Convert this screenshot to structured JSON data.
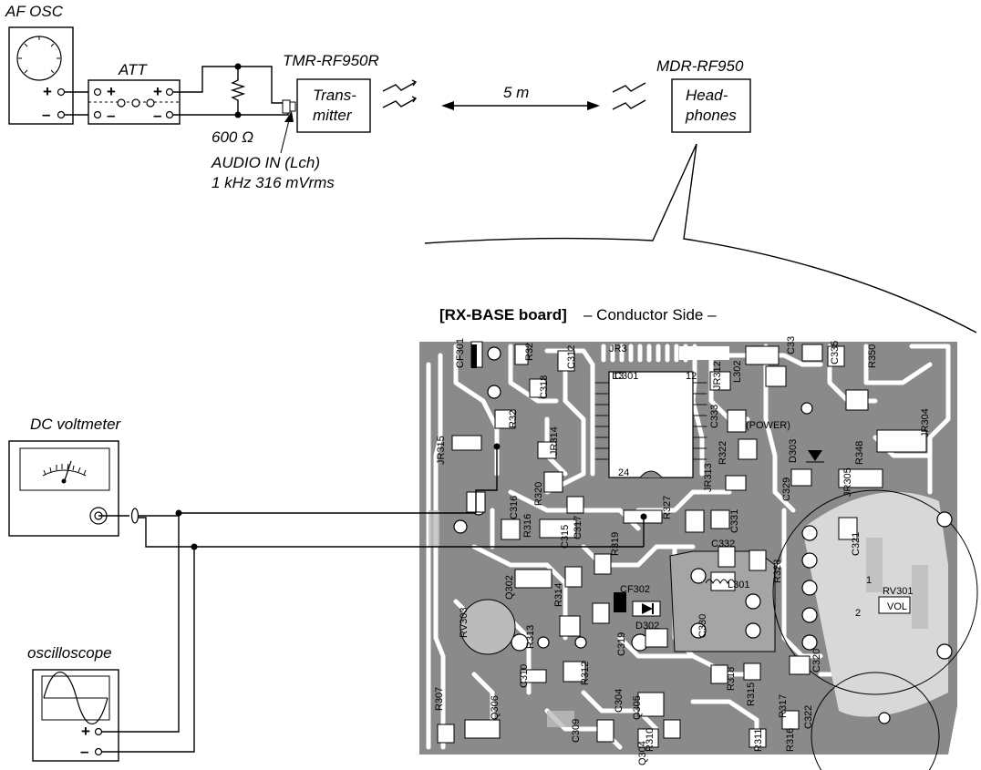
{
  "equipment": {
    "af_osc": "AF OSC",
    "att": "ATT",
    "resistor": "600 Ω",
    "transmitter_model": "TMR-RF950R",
    "transmitter": [
      "Trans-",
      "mitter"
    ],
    "audio_in": "AUDIO IN (Lch)",
    "audio_signal": "1 kHz 316 mVrms",
    "distance": "5 m",
    "headphones_model": "MDR-RF950",
    "headphones": [
      "Head-",
      "phones"
    ],
    "dc_voltmeter": "DC voltmeter",
    "oscilloscope": "oscilloscope",
    "plus": "+",
    "minus": "–"
  },
  "board": {
    "name": "[RX-BASE board]",
    "side": "– Conductor Side –",
    "components": [
      {
        "ref": "CF301"
      },
      {
        "ref": "R32"
      },
      {
        "ref": "C312"
      },
      {
        "ref": "JR3"
      },
      {
        "ref": "C318"
      },
      {
        "ref": "IC301"
      },
      {
        "ref": "JR312"
      },
      {
        "ref": "L302"
      },
      {
        "ref": "C33"
      },
      {
        "ref": "C335"
      },
      {
        "ref": "R350"
      },
      {
        "ref": "R32"
      },
      {
        "ref": "JR314"
      },
      {
        "ref": "C333"
      },
      {
        "ref": "(POWER)"
      },
      {
        "ref": "D303"
      },
      {
        "ref": "R348"
      },
      {
        "ref": "JR304"
      },
      {
        "ref": "JR315"
      },
      {
        "ref": "R322"
      },
      {
        "ref": "JR313"
      },
      {
        "ref": "C329"
      },
      {
        "ref": "JR305"
      },
      {
        "ref": "C316"
      },
      {
        "ref": "R320"
      },
      {
        "ref": "R316"
      },
      {
        "ref": "C317"
      },
      {
        "ref": "R327"
      },
      {
        "ref": "C331"
      },
      {
        "ref": "C321"
      },
      {
        "ref": "R319"
      },
      {
        "ref": "C332"
      },
      {
        "ref": "R328"
      },
      {
        "ref": "Q302"
      },
      {
        "ref": "C315"
      },
      {
        "ref": "CF302"
      },
      {
        "ref": "L301"
      },
      {
        "ref": "R314"
      },
      {
        "ref": "D302"
      },
      {
        "ref": "C330"
      },
      {
        "ref": "RV301"
      },
      {
        "ref": "VOL"
      },
      {
        "ref": "RV303"
      },
      {
        "ref": "R313"
      },
      {
        "ref": "C319"
      },
      {
        "ref": "C320"
      },
      {
        "ref": "R318"
      },
      {
        "ref": "C310"
      },
      {
        "ref": "R312"
      },
      {
        "ref": "Q305"
      },
      {
        "ref": "R315"
      },
      {
        "ref": "Q306"
      },
      {
        "ref": "C304"
      },
      {
        "ref": "R317"
      },
      {
        "ref": "R307"
      },
      {
        "ref": "C309"
      },
      {
        "ref": "R310"
      },
      {
        "ref": "Q304"
      },
      {
        "ref": "R311"
      },
      {
        "ref": "R316"
      },
      {
        "ref": "C322"
      },
      {
        "ref": "13"
      },
      {
        "ref": "12"
      },
      {
        "ref": "24"
      },
      {
        "ref": "1"
      },
      {
        "ref": "2"
      }
    ]
  }
}
